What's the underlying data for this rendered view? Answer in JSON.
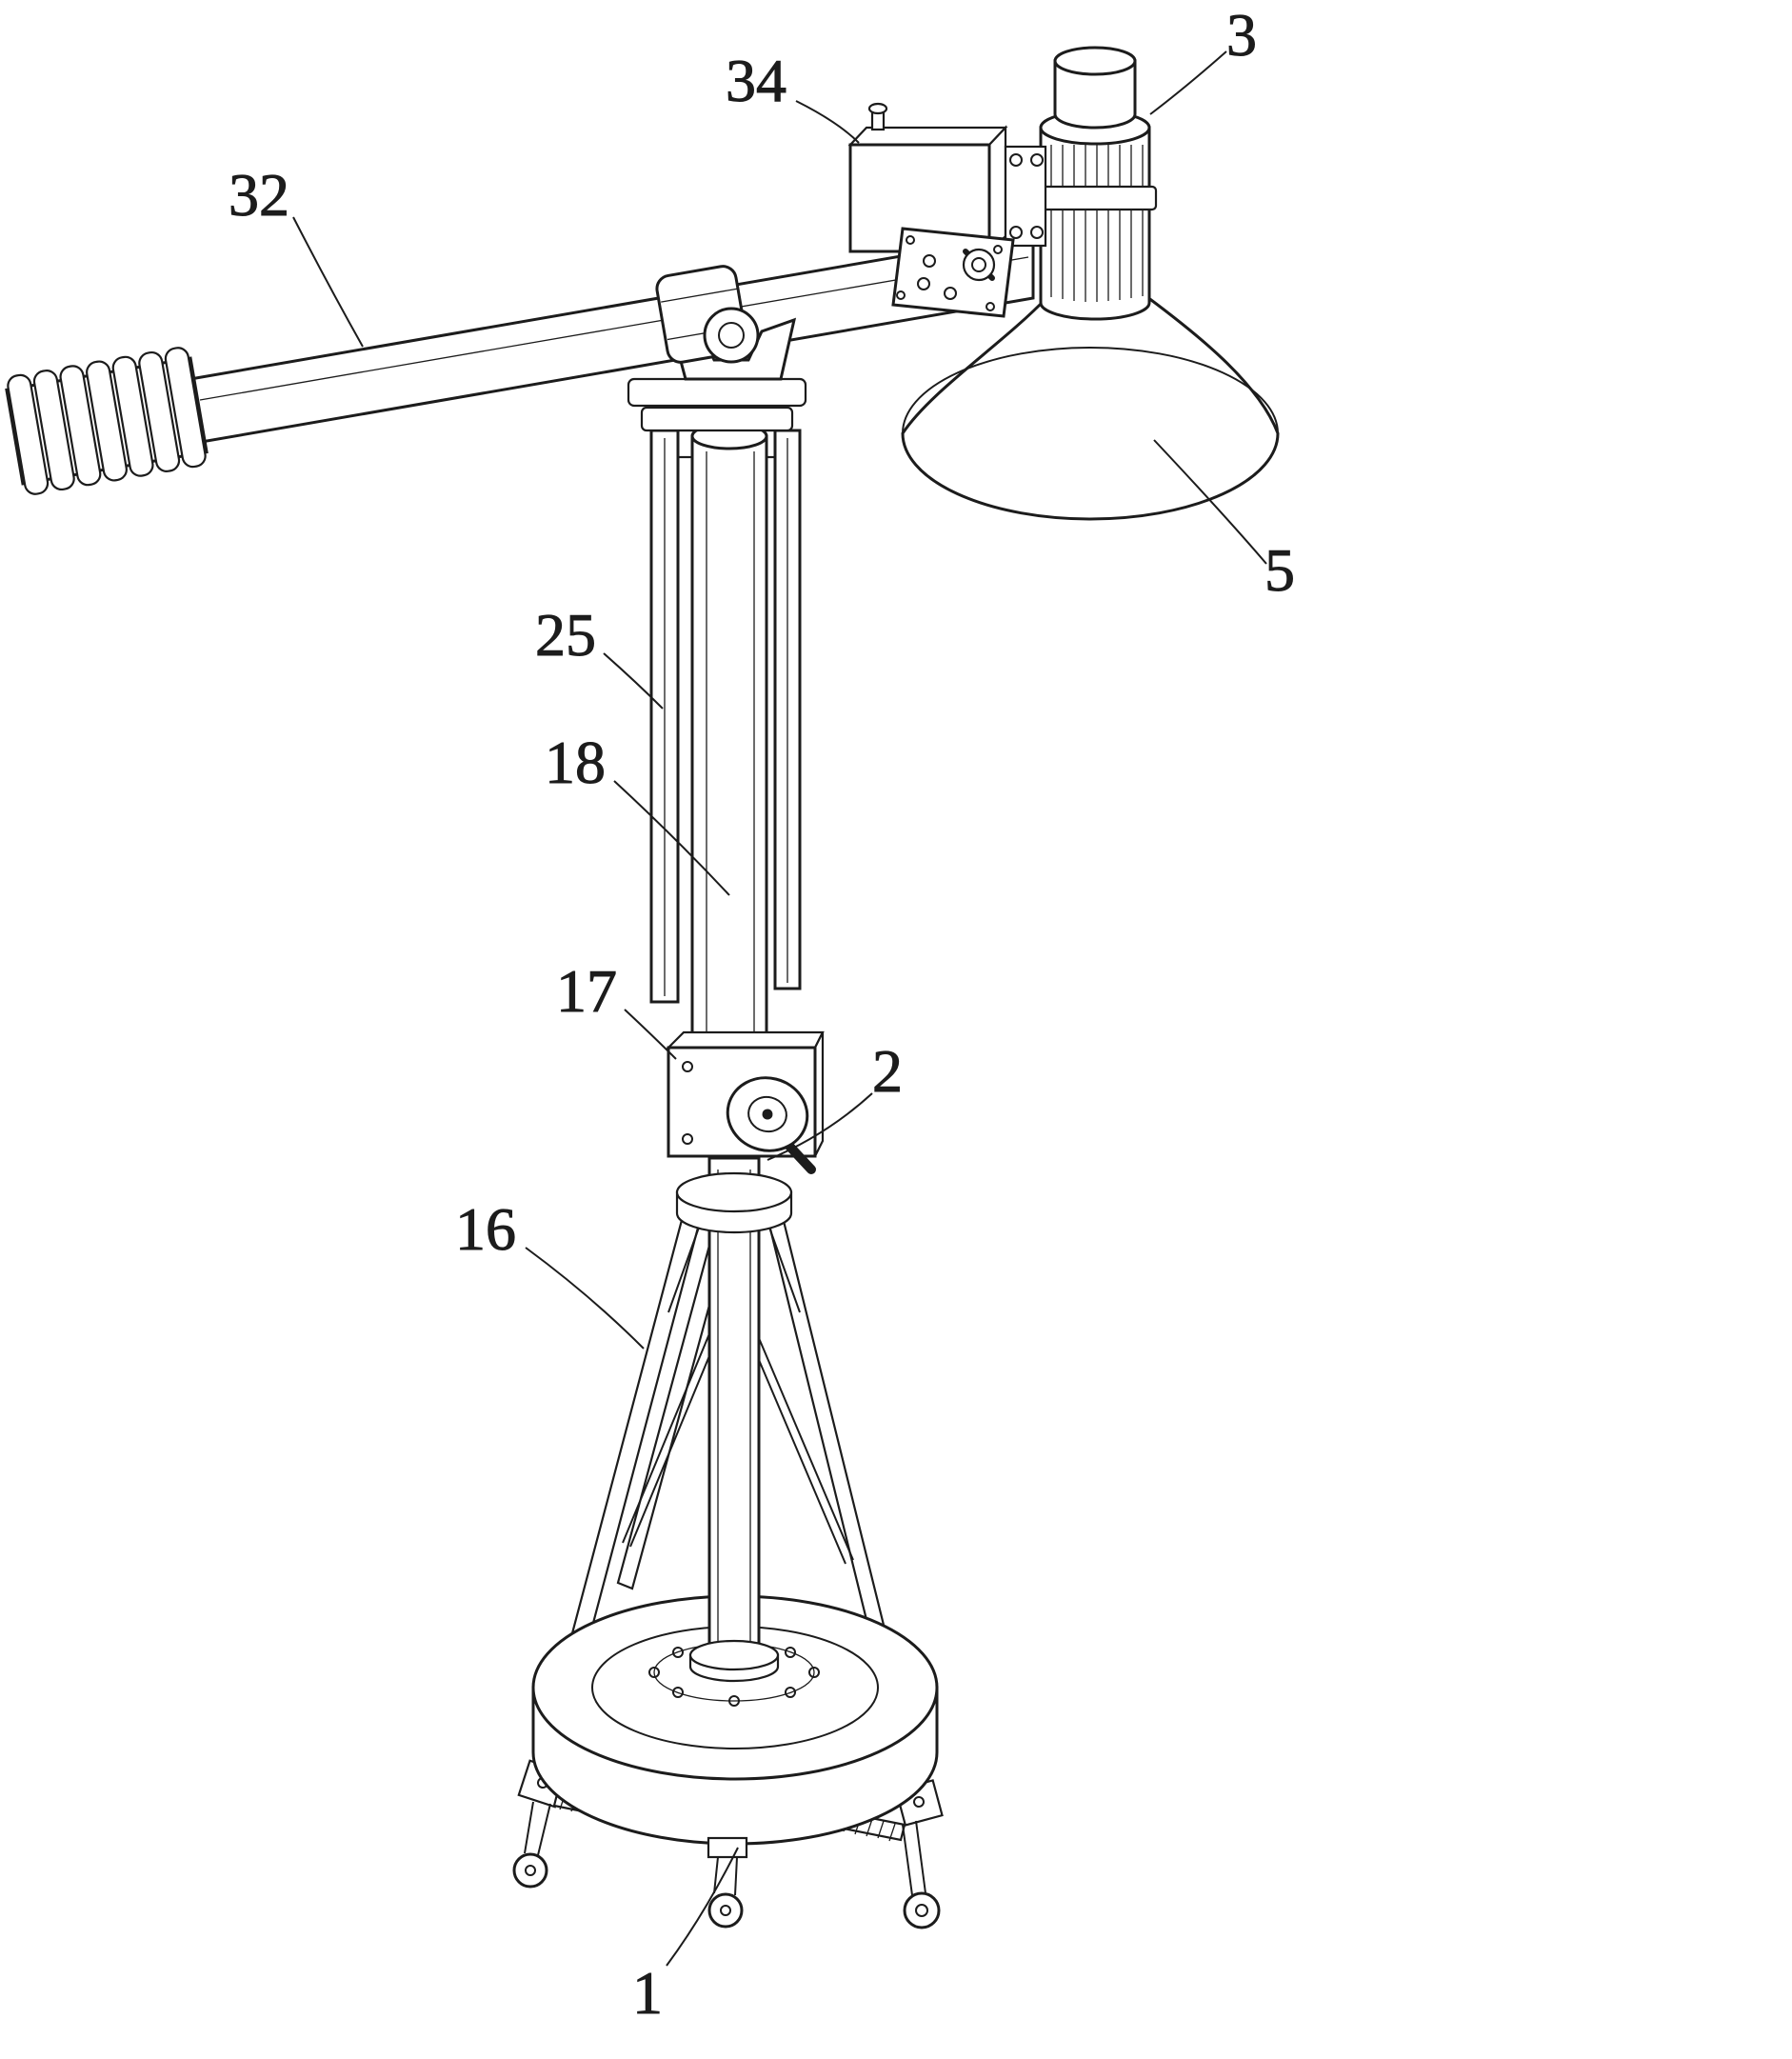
{
  "figure": {
    "background_color": "#ffffff",
    "line_color": "#1c1c1c"
  },
  "labels": [
    {
      "ref": "32",
      "text": "32"
    },
    {
      "ref": "34",
      "text": "34"
    },
    {
      "ref": "3",
      "text": "3"
    },
    {
      "ref": "5",
      "text": "5"
    },
    {
      "ref": "25",
      "text": "25"
    },
    {
      "ref": "18",
      "text": "18"
    },
    {
      "ref": "17",
      "text": "17"
    },
    {
      "ref": "2",
      "text": "2"
    },
    {
      "ref": "16",
      "text": "16"
    },
    {
      "ref": "1",
      "text": "1"
    }
  ]
}
